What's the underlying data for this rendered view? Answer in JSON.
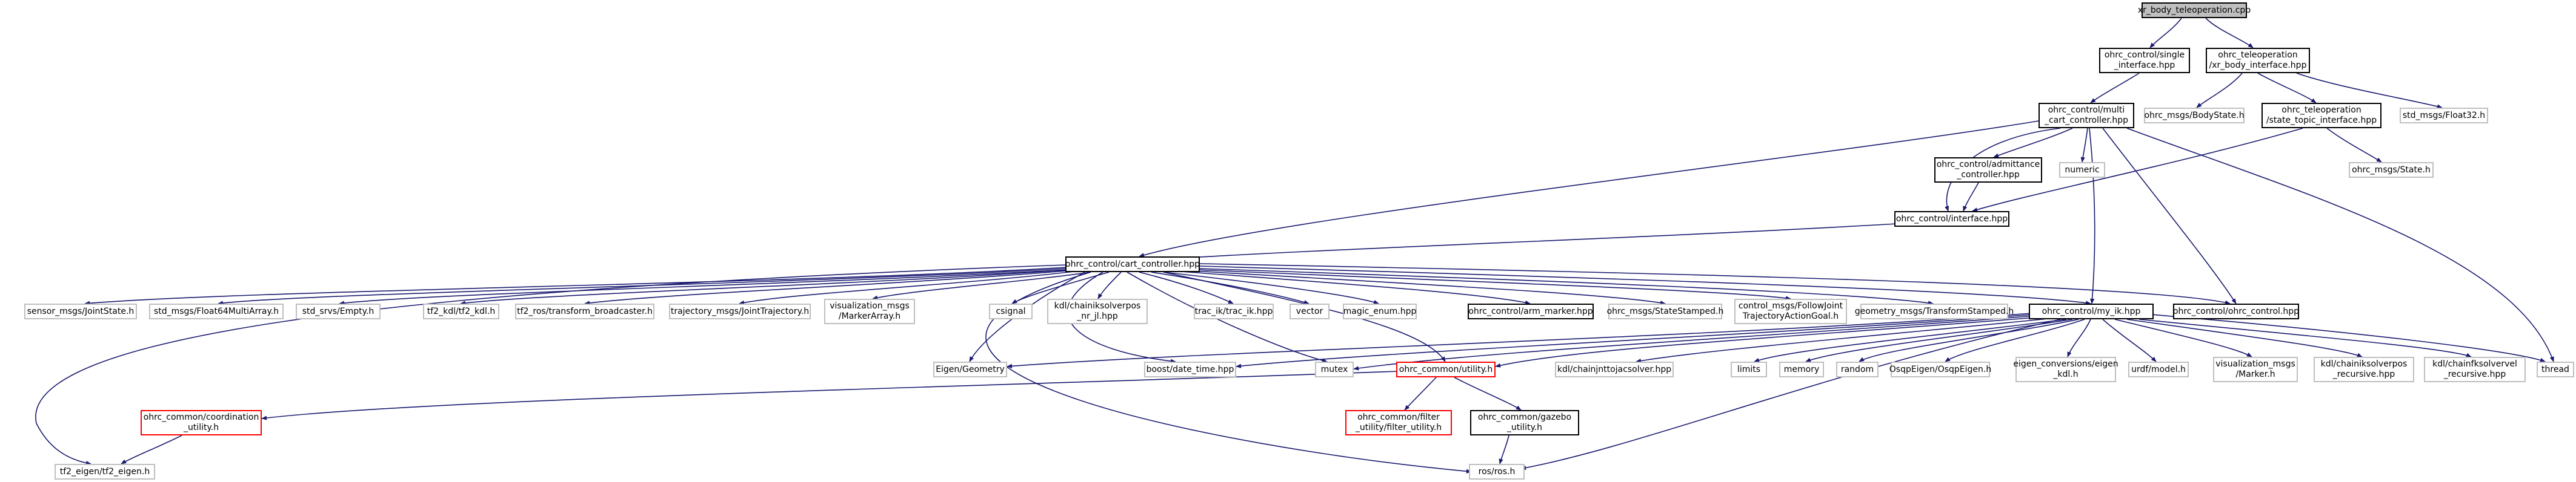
{
  "colors": {
    "edge": "#191970",
    "border_internal": "#000000",
    "border_external": "#bfbfbf",
    "border_undocumented": "#ff0000",
    "root_fill": "#bfbfbf"
  },
  "nodes": {
    "root": {
      "l1": "xr_body_teleoperation.cpp"
    },
    "single": {
      "l1": "ohrc_control/single",
      "l2": "_interface.hpp"
    },
    "xrbody": {
      "l1": "ohrc_teleoperation",
      "l2": "/xr_body_interface.hpp"
    },
    "multi": {
      "l1": "ohrc_control/multi",
      "l2": "_cart_controller.hpp"
    },
    "bodystate": {
      "l1": "ohrc_msgs/BodyState.h"
    },
    "statetopic": {
      "l1": "ohrc_teleoperation",
      "l2": "/state_topic_interface.hpp"
    },
    "float32": {
      "l1": "std_msgs/Float32.h"
    },
    "admittance": {
      "l1": "ohrc_control/admittance",
      "l2": "_controller.hpp"
    },
    "numeric": {
      "l1": "numeric"
    },
    "state": {
      "l1": "ohrc_msgs/State.h"
    },
    "interface": {
      "l1": "ohrc_control/interface.hpp"
    },
    "cart": {
      "l1": "ohrc_control/cart_controller.hpp"
    },
    "jointstate": {
      "l1": "sensor_msgs/JointState.h"
    },
    "f64multi": {
      "l1": "std_msgs/Float64MultiArray.h"
    },
    "empty": {
      "l1": "std_srvs/Empty.h"
    },
    "tf2kdl": {
      "l1": "tf2_kdl/tf2_kdl.h"
    },
    "tfbroad": {
      "l1": "tf2_ros/transform_broadcaster.h"
    },
    "jtraj": {
      "l1": "trajectory_msgs/JointTrajectory.h"
    },
    "marker_arr": {
      "l1": "visualization_msgs",
      "l2": "/MarkerArray.h"
    },
    "csignal": {
      "l1": "csignal"
    },
    "kdlnrjl": {
      "l1": "kdl/chainiksolverpos",
      "l2": "_nr_jl.hpp"
    },
    "trackik": {
      "l1": "trac_ik/trac_ik.hpp"
    },
    "vector": {
      "l1": "vector"
    },
    "magicenum": {
      "l1": "magic_enum.hpp"
    },
    "armmarker": {
      "l1": "ohrc_control/arm_marker.hpp"
    },
    "statestamped": {
      "l1": "ohrc_msgs/StateStamped.h"
    },
    "followjoint": {
      "l1": "control_msgs/FollowJoint",
      "l2": "TrajectoryActionGoal.h"
    },
    "tfstamped": {
      "l1": "geometry_msgs/TransformStamped.h"
    },
    "myik": {
      "l1": "ohrc_control/my_ik.hpp"
    },
    "ohrccontrol": {
      "l1": "ohrc_control/ohrc_control.hpp"
    },
    "eigengeom": {
      "l1": "Eigen/Geometry"
    },
    "datetime": {
      "l1": "boost/date_time.hpp"
    },
    "mutex": {
      "l1": "mutex"
    },
    "utility": {
      "l1": "ohrc_common/utility.h"
    },
    "jacsolver": {
      "l1": "kdl/chainjnttojacsolver.hpp"
    },
    "limits": {
      "l1": "limits"
    },
    "memory": {
      "l1": "memory"
    },
    "random": {
      "l1": "random"
    },
    "osgeigen": {
      "l1": "OsqpEigen/OsqpEigen.h"
    },
    "eigenkdl": {
      "l1": "eigen_conversions/eigen",
      "l2": "_kdl.h"
    },
    "urdf": {
      "l1": "urdf/model.h"
    },
    "marker": {
      "l1": "visualization_msgs",
      "l2": "/Marker.h"
    },
    "posrec": {
      "l1": "kdl/chainiksolverpos",
      "l2": "_recursive.hpp"
    },
    "velrec": {
      "l1": "kdl/chainfksolvervel",
      "l2": "_recursive.hpp"
    },
    "thread": {
      "l1": "thread"
    },
    "coordination": {
      "l1": "ohrc_common/coordination",
      "l2": "_utility.h"
    },
    "filter": {
      "l1": "ohrc_common/filter",
      "l2": "_utility/filter_utility.h"
    },
    "gazebo": {
      "l1": "ohrc_common/gazebo",
      "l2": "_utility.h"
    },
    "tf2eigen": {
      "l1": "tf2_eigen/tf2_eigen.h"
    },
    "rosros": {
      "l1": "ros/ros.h"
    }
  }
}
